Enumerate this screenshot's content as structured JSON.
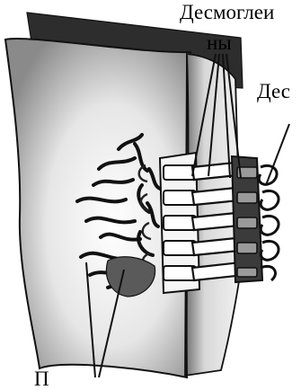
{
  "labels": {
    "desmogleins_line1": "Десмоглеи",
    "desmogleins_line2": "ны",
    "desmoplakin": "Дес",
    "bottom": "П"
  },
  "colors": {
    "ink": "#111111",
    "fill": "#ffffff",
    "shade": "#d4d4d4",
    "dark": "#6a6a6a"
  }
}
